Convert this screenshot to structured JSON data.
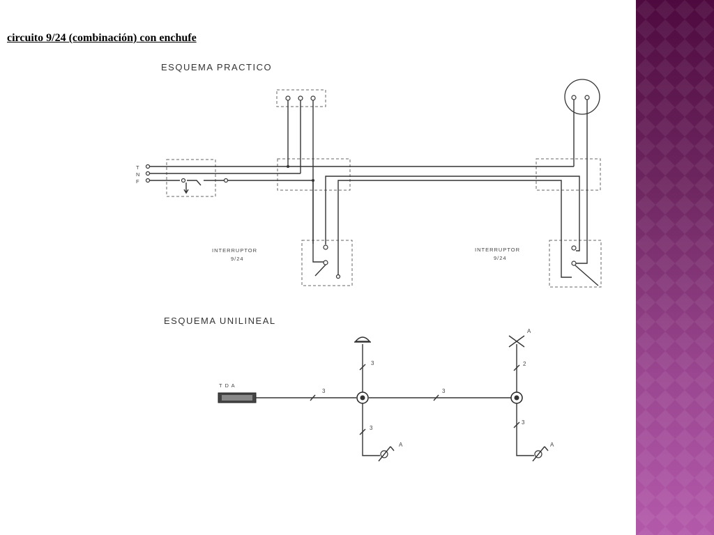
{
  "slide": {
    "title": "circuito 9/24 (combinación) con enchufe"
  },
  "diagram": {
    "practical_title": "ESQUEMA PRACTICO",
    "single_line_title": "ESQUEMA UNILINEAL",
    "feed_labels": [
      "F",
      "N",
      "T"
    ],
    "switch_label_line1": "INTERRUPTOR",
    "switch_label_line2": "9/24",
    "tda_label": "T D A",
    "conductor_counts": {
      "tda_to_box1": "3",
      "box1_to_box2": "3",
      "box1_to_socket": "3",
      "box1_to_switch": "3",
      "box2_to_lamp": "2",
      "box2_to_switch": "3"
    },
    "switch_mark": "A",
    "lamp_mark": "A"
  },
  "colors": {
    "band_top": "#4e0a3f",
    "band_bottom": "#b359aa",
    "ink": "#333333"
  }
}
